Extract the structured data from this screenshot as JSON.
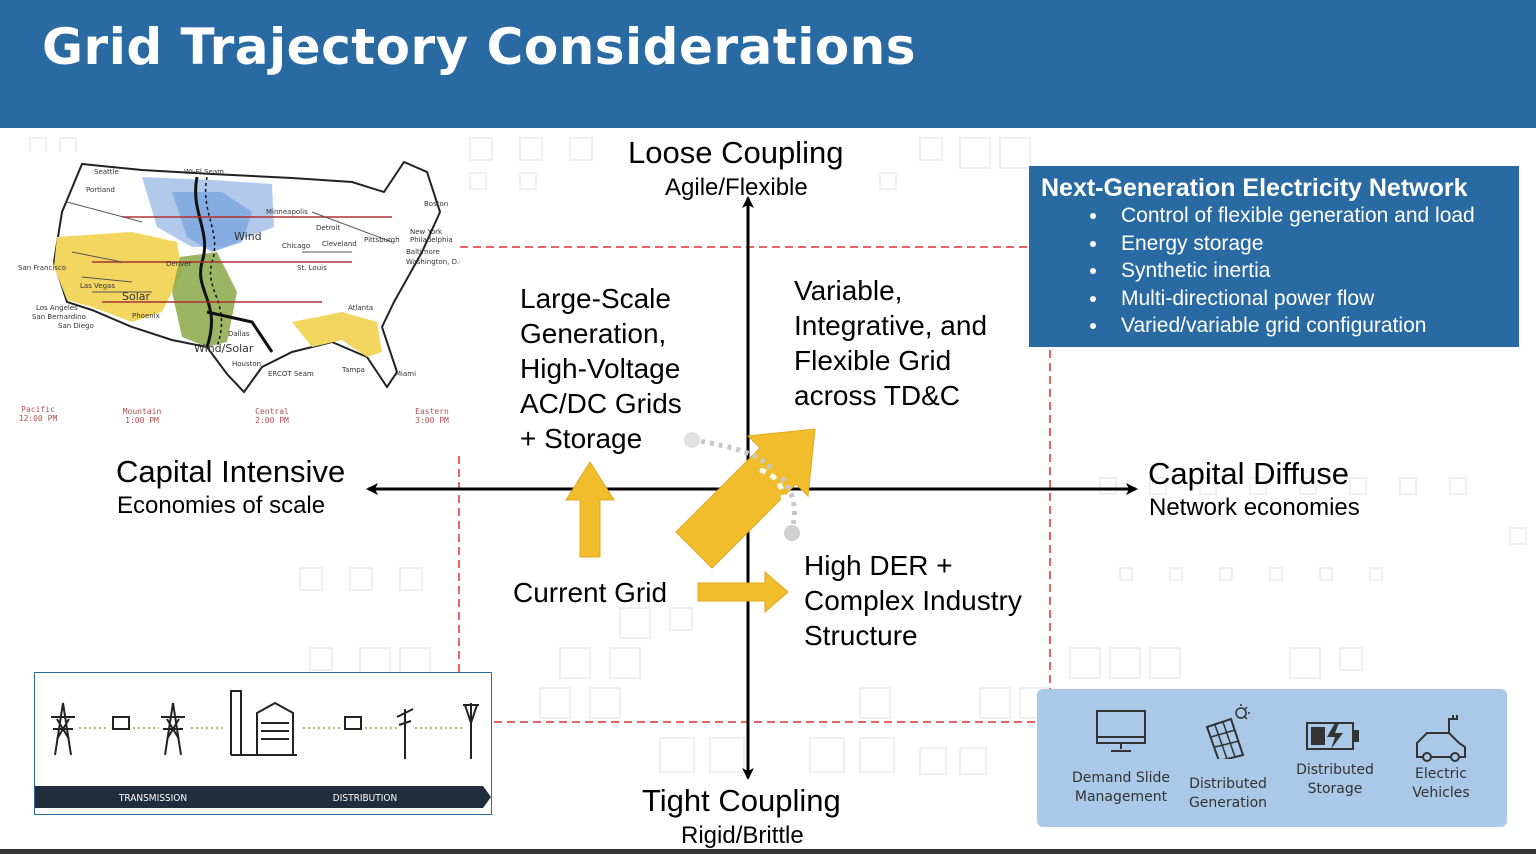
{
  "title": "Grid Trajectory Considerations",
  "axes": {
    "top": {
      "main": "Loose Coupling",
      "sub": "Agile/Flexible"
    },
    "bottom": {
      "main": "Tight Coupling",
      "sub": "Rigid/Brittle"
    },
    "left": {
      "main": "Capital Intensive",
      "sub": "Economies of scale"
    },
    "right": {
      "main": "Capital Diffuse",
      "sub": "Network economies"
    }
  },
  "quadrants": {
    "upper_left": [
      "Large-Scale",
      "Generation,",
      "High-Voltage",
      "AC/DC Grids",
      "+ Storage"
    ],
    "upper_right": [
      "Variable,",
      "Integrative, and",
      "Flexible  Grid",
      "across TD&C"
    ],
    "lower_right": [
      "High DER +",
      "Complex Industry",
      "Structure"
    ],
    "center": "Current Grid"
  },
  "next_gen": {
    "title": "Next-Generation Electricity Network",
    "items": [
      "Control of flexible generation and load",
      "Energy storage",
      "Synthetic inertia",
      "Multi-directional power flow",
      "Varied/variable grid configuration"
    ]
  },
  "map": {
    "labels": [
      "WI-El Seam",
      "Wind",
      "Solar",
      "Wind/Solar",
      "ERCOT Seam",
      "Seattle",
      "Portland",
      "San Francisco",
      "Las Vegas",
      "Los Angeles",
      "San Bernardino",
      "San Diego",
      "Phoenix",
      "Denver",
      "Minneapolis",
      "Chicago",
      "Detroit",
      "Cleveland",
      "Pittsburgh",
      "New York",
      "Philadelphia",
      "Baltimore",
      "Washington, D.C.",
      "Boston",
      "St. Louis",
      "Atlanta",
      "Dallas",
      "Houston",
      "Tampa",
      "Miami"
    ],
    "timezones": [
      {
        "name": "Pacific",
        "time": "12:00 PM"
      },
      {
        "name": "Mountain",
        "time": "1:00 PM"
      },
      {
        "name": "Central",
        "time": "2:00 PM"
      },
      {
        "name": "Eastern",
        "time": "3:00 PM"
      }
    ]
  },
  "td": {
    "transmission": "TRANSMISSION",
    "distribution": "DISTRIBUTION"
  },
  "der": [
    {
      "icon": "monitor-icon",
      "label": [
        "Demand Slide",
        "Management"
      ]
    },
    {
      "icon": "solar-panel-icon",
      "label": [
        "Distributed",
        "Generation"
      ]
    },
    {
      "icon": "battery-icon",
      "label": [
        "Distributed",
        "Storage"
      ]
    },
    {
      "icon": "electric-car-icon",
      "label": [
        "Electric",
        "Vehicles"
      ]
    }
  ],
  "colors": {
    "header": "#2a6aa3",
    "arrow": "#f2bd2c",
    "dashed": "#e03030",
    "der_panel": "#aac8e8"
  }
}
